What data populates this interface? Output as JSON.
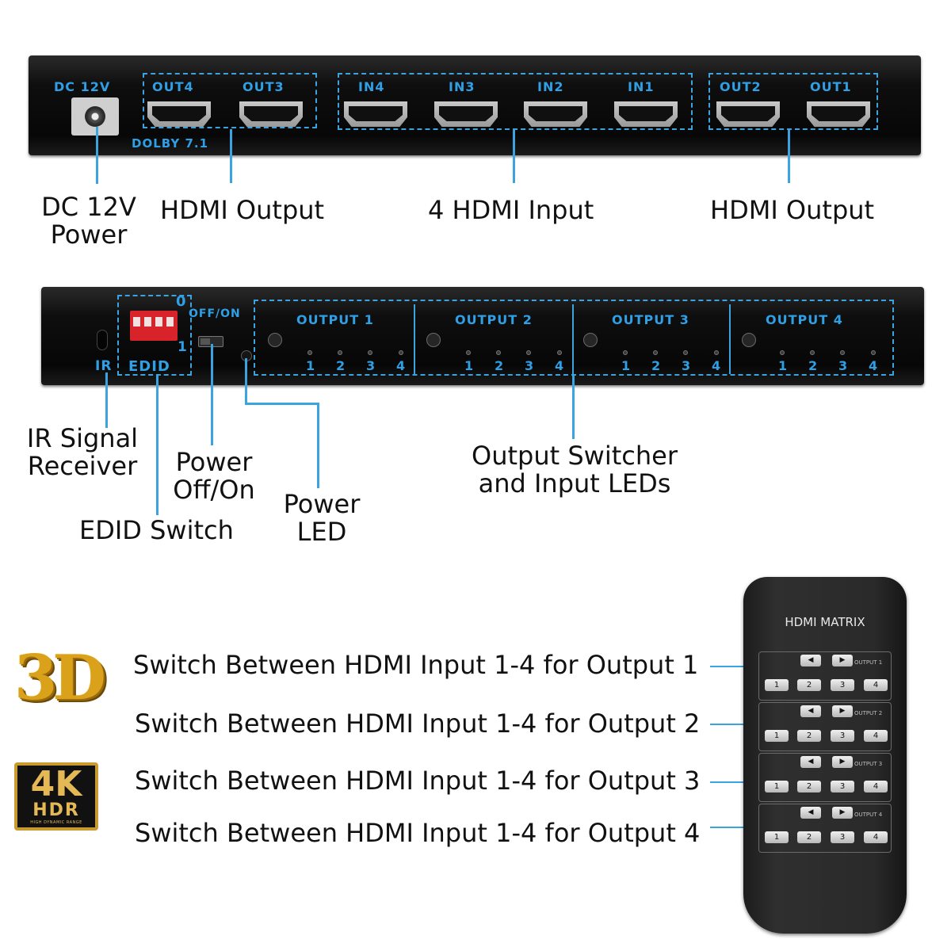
{
  "rear_panel": {
    "labels": {
      "dc": "DC 12V",
      "out4": "OUT4",
      "out3": "OUT3",
      "in4": "IN4",
      "in3": "IN3",
      "in2": "IN2",
      "in1": "IN1",
      "out2": "OUT2",
      "out1": "OUT1",
      "dolby": "DOLBY 7.1"
    },
    "captions": {
      "dc_power_line1": "DC 12V",
      "dc_power_line2": "Power",
      "hdmi_output_left": "HDMI Output",
      "hdmi_input": "4 HDMI Input",
      "hdmi_output_right": "HDMI Output"
    }
  },
  "front_panel": {
    "labels": {
      "ir": "IR",
      "edid": "EDID",
      "dip_0": "0",
      "dip_1": "1",
      "off_on": "OFF/ON",
      "output_1": "OUTPUT 1",
      "output_2": "OUTPUT 2",
      "output_3": "OUTPUT 3",
      "output_4": "OUTPUT 4",
      "led_numbers": [
        "1",
        "2",
        "3",
        "4"
      ]
    },
    "captions": {
      "ir_line1": "IR Signal",
      "ir_line2": "Receiver",
      "power_switch_line1": "Power",
      "power_switch_line2": "Off/On",
      "edid_switch": "EDID Switch",
      "power_led_line1": "Power",
      "power_led_line2": "LED",
      "output_switcher_line1": "Output Switcher",
      "output_switcher_line2": "and Input LEDs"
    }
  },
  "remote": {
    "title": "HDMI MATRIX",
    "groups": [
      {
        "label": "OUTPUT 1",
        "buttons": [
          "1",
          "2",
          "3",
          "4"
        ]
      },
      {
        "label": "OUTPUT 2",
        "buttons": [
          "1",
          "2",
          "3",
          "4"
        ]
      },
      {
        "label": "OUTPUT 3",
        "buttons": [
          "1",
          "2",
          "3",
          "4"
        ]
      },
      {
        "label": "OUTPUT 4",
        "buttons": [
          "1",
          "2",
          "3",
          "4"
        ]
      }
    ],
    "arrow_left": "◀",
    "arrow_right": "▶"
  },
  "remote_lines": [
    "Switch Between HDMI Input 1-4 for Output 1",
    "Switch Between HDMI Input 1-4 for Output 2",
    "Switch Between HDMI Input 1-4 for Output 3",
    "Switch Between HDMI Input 1-4 for Output 4"
  ],
  "logos": {
    "three_d": "3D",
    "four_k": "4K",
    "hdr": "HDR",
    "hdr_sub": "HIGH DYNAMIC RANGE"
  }
}
